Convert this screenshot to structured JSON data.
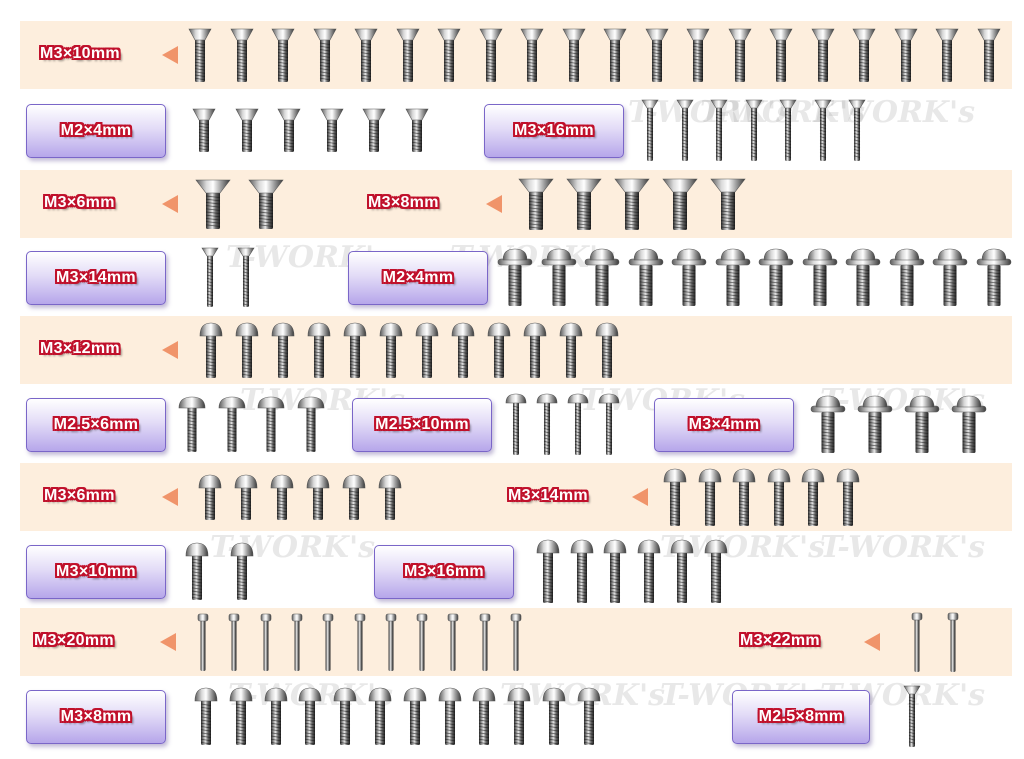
{
  "watermark_text": "T-WORK's",
  "colors": {
    "band": "#fdeedd",
    "label_outline": "#c0102b",
    "arrow": "#f0946a",
    "box_border": "#7a66c8"
  },
  "rows": [
    {
      "band": true,
      "groups": [
        {
          "label": "M3×10mm",
          "style": "arrow",
          "type": "flat",
          "count": 20,
          "length": 54
        }
      ]
    },
    {
      "band": false,
      "groups": [
        {
          "label": "M2×4mm",
          "style": "box",
          "type": "flat",
          "count": 6,
          "length": 44
        },
        {
          "label": "M3×16mm",
          "style": "box",
          "type": "flat-thin",
          "count": 7,
          "length": 62
        }
      ]
    },
    {
      "band": true,
      "groups": [
        {
          "label": "M3×6mm",
          "style": "arrow",
          "type": "flat-big",
          "count": 2,
          "length": 50
        },
        {
          "label": "M3×8mm",
          "style": "arrow",
          "type": "flat-big",
          "count": 5,
          "length": 52
        }
      ]
    },
    {
      "band": false,
      "groups": [
        {
          "label": "M3×14mm",
          "style": "box",
          "type": "flat-thin",
          "count": 2,
          "length": 60
        },
        {
          "label": "M2×4mm",
          "style": "box",
          "type": "flange",
          "count": 12,
          "length": 58
        }
      ]
    },
    {
      "band": true,
      "groups": [
        {
          "label": "M3×12mm",
          "style": "arrow",
          "type": "button",
          "count": 12,
          "length": 56
        }
      ]
    },
    {
      "band": false,
      "groups": [
        {
          "label": "M2.5×6mm",
          "style": "box",
          "type": "pan",
          "count": 4,
          "length": 56
        },
        {
          "label": "M2.5×10mm",
          "style": "box",
          "type": "pan-thin",
          "count": 4,
          "length": 62
        },
        {
          "label": "M3×4mm",
          "style": "box",
          "type": "flange",
          "count": 4,
          "length": 58
        }
      ]
    },
    {
      "band": true,
      "groups": [
        {
          "label": "M3×6mm",
          "style": "arrow",
          "type": "button",
          "count": 6,
          "length": 46
        },
        {
          "label": "M3×14mm",
          "style": "arrow",
          "type": "button",
          "count": 6,
          "length": 58
        }
      ]
    },
    {
      "band": false,
      "groups": [
        {
          "label": "M3×10mm",
          "style": "box",
          "type": "button",
          "count": 2,
          "length": 58
        },
        {
          "label": "M3×16mm",
          "style": "box",
          "type": "button",
          "count": 6,
          "length": 64
        }
      ]
    },
    {
      "band": true,
      "groups": [
        {
          "label": "M3×20mm",
          "style": "arrow",
          "type": "thin",
          "count": 11,
          "length": 58
        },
        {
          "label": "M3×22mm",
          "style": "arrow",
          "type": "thin",
          "count": 2,
          "length": 60
        }
      ]
    },
    {
      "band": false,
      "groups": [
        {
          "label": "M3×8mm",
          "style": "box",
          "type": "button",
          "count": 12,
          "length": 58
        },
        {
          "label": "M2.5×8mm",
          "style": "box",
          "type": "flat-thin",
          "count": 1,
          "length": 62
        }
      ]
    }
  ]
}
